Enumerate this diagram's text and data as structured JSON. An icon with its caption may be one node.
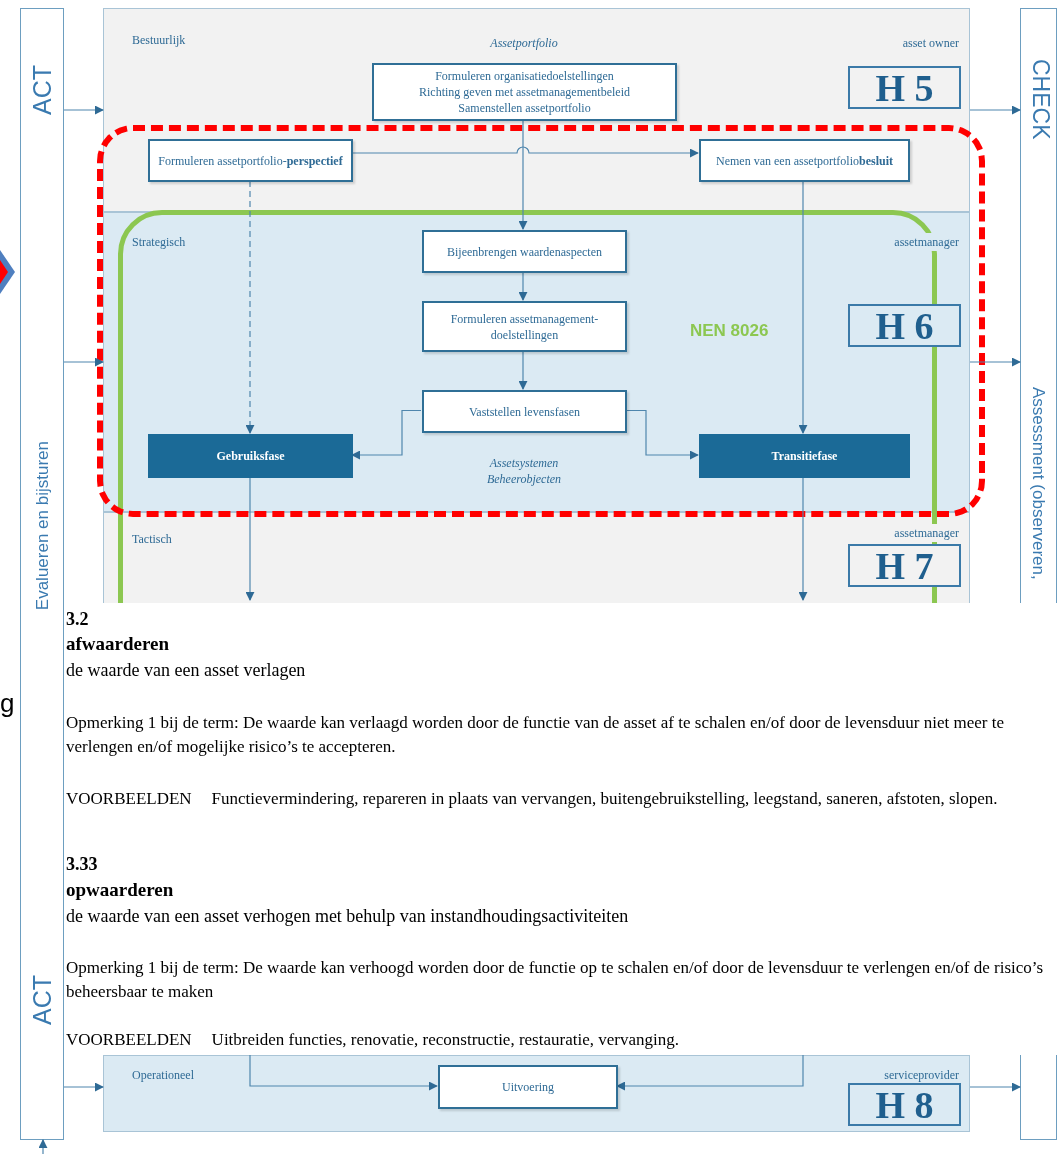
{
  "diagram": {
    "nodes": [
      {
        "text": [
          "ACT",
          "Evalueren en bijsturen",
          "ACT"
        ]
      },
      {
        "text": [
          "Bestuurlijk",
          "Assetportfolio",
          "asset owner"
        ]
      },
      {
        "text": [
          "Formuleren organisatiedoelstellingen",
          "Richting geven met assetmanagementbeleid",
          "Samenstellen assetportfolio"
        ],
        "in": 1
      },
      {
        "text": [
          "H 5"
        ],
        "in": 1
      },
      {
        "text": [
          "Formuleren assetportfolio-**perspectief**"
        ],
        "in": 1
      },
      {
        "text": [
          "Nemen van een assetportfolio**besluit**"
        ],
        "in": 1
      },
      {
        "text": [
          "Strategisch",
          "assetmanager",
          "Assetsystemen Beheerobjecten"
        ]
      },
      {
        "text": [
          "Bijeenbrengen waardenaspecten"
        ],
        "in": 6
      },
      {
        "text": [
          "Formuleren assetmanagement-doelstellingen"
        ],
        "in": 6
      },
      {
        "text": [
          "Vaststellen levensfasen"
        ],
        "in": 6
      },
      {
        "text": [
          "Gebruiksfase"
        ],
        "in": 6
      },
      {
        "text": [
          "Transitiefase"
        ],
        "in": 6
      },
      {
        "text": [
          "H 6"
        ],
        "in": 6
      },
      {
        "text": [
          "Tactisch",
          "assetmanager"
        ]
      },
      {
        "text": [
          "H 7"
        ],
        "in": 13
      },
      {
        "text": [
          "Operationeel",
          "serviceprovider"
        ]
      },
      {
        "text": [
          "Uitvoering"
        ],
        "in": 15
      },
      {
        "text": [
          "H 8"
        ],
        "in": 15
      },
      {
        "text": [
          "CHECK",
          "Assessment (observeren,"
        ]
      }
    ],
    "edges": [
      {
        "from": 0,
        "to": 1,
        "arrow": "to"
      },
      {
        "from": 0,
        "to": 6,
        "arrow": "to"
      },
      {
        "from": 0,
        "to": 15,
        "arrow": "to"
      },
      {
        "from": 1,
        "to": 18,
        "arrow": "to"
      },
      {
        "from": 6,
        "to": 18,
        "arrow": "to"
      },
      {
        "from": 15,
        "to": 18,
        "arrow": "to"
      },
      {
        "from": null,
        "to": 0,
        "arrow": "to"
      },
      {
        "from": 2,
        "to": 7,
        "arrow": "to"
      },
      {
        "from": 4,
        "to": 5,
        "arrow": "to"
      },
      {
        "from": 4,
        "to": 10,
        "arrow": "to",
        "style": "dashed"
      },
      {
        "from": 5,
        "to": 11,
        "arrow": "to"
      },
      {
        "from": 7,
        "to": 8,
        "arrow": "to"
      },
      {
        "from": 8,
        "to": 9,
        "arrow": "to"
      },
      {
        "from": 9,
        "to": 10,
        "arrow": "to"
      },
      {
        "from": 9,
        "to": 11,
        "arrow": "to"
      },
      {
        "from": 10,
        "to": null,
        "arrow": "to"
      },
      {
        "from": 11,
        "to": null,
        "arrow": "to"
      },
      {
        "from": 13,
        "to": 16,
        "arrow": "to"
      },
      {
        "from": 13,
        "to": 16,
        "arrow": "to"
      }
    ],
    "labels": [
      "3.2",
      "afwaarderen",
      "de waarde van een asset verlagen",
      "Opmerking 1 bij de term: De waarde kan verlaagd worden door de functie van de asset af te schalen en/of door de levensduur niet meer te verlengen en/of mogelijke risico’s te accepteren.",
      "VOORBEELDEN",
      "Functievermindering, repareren in plaats van vervangen, buitengebruikstelling, leegstand, saneren, afstoten, slopen.",
      "3.33",
      "opwaarderen",
      "de waarde van een asset verhogen met behulp van instandhoudingsactiviteiten",
      "Opmerking 1 bij de term: De waarde kan verhoogd worden door de functie op te schalen en/of door de levensduur te verlengen en/of de risico’s beheersbaar te maken",
      "VOORBEELDEN",
      "Uitbreiden functies, renovatie, reconstructie, restauratie, vervanging.",
      "g",
      "NEN 8026"
    ]
  }
}
